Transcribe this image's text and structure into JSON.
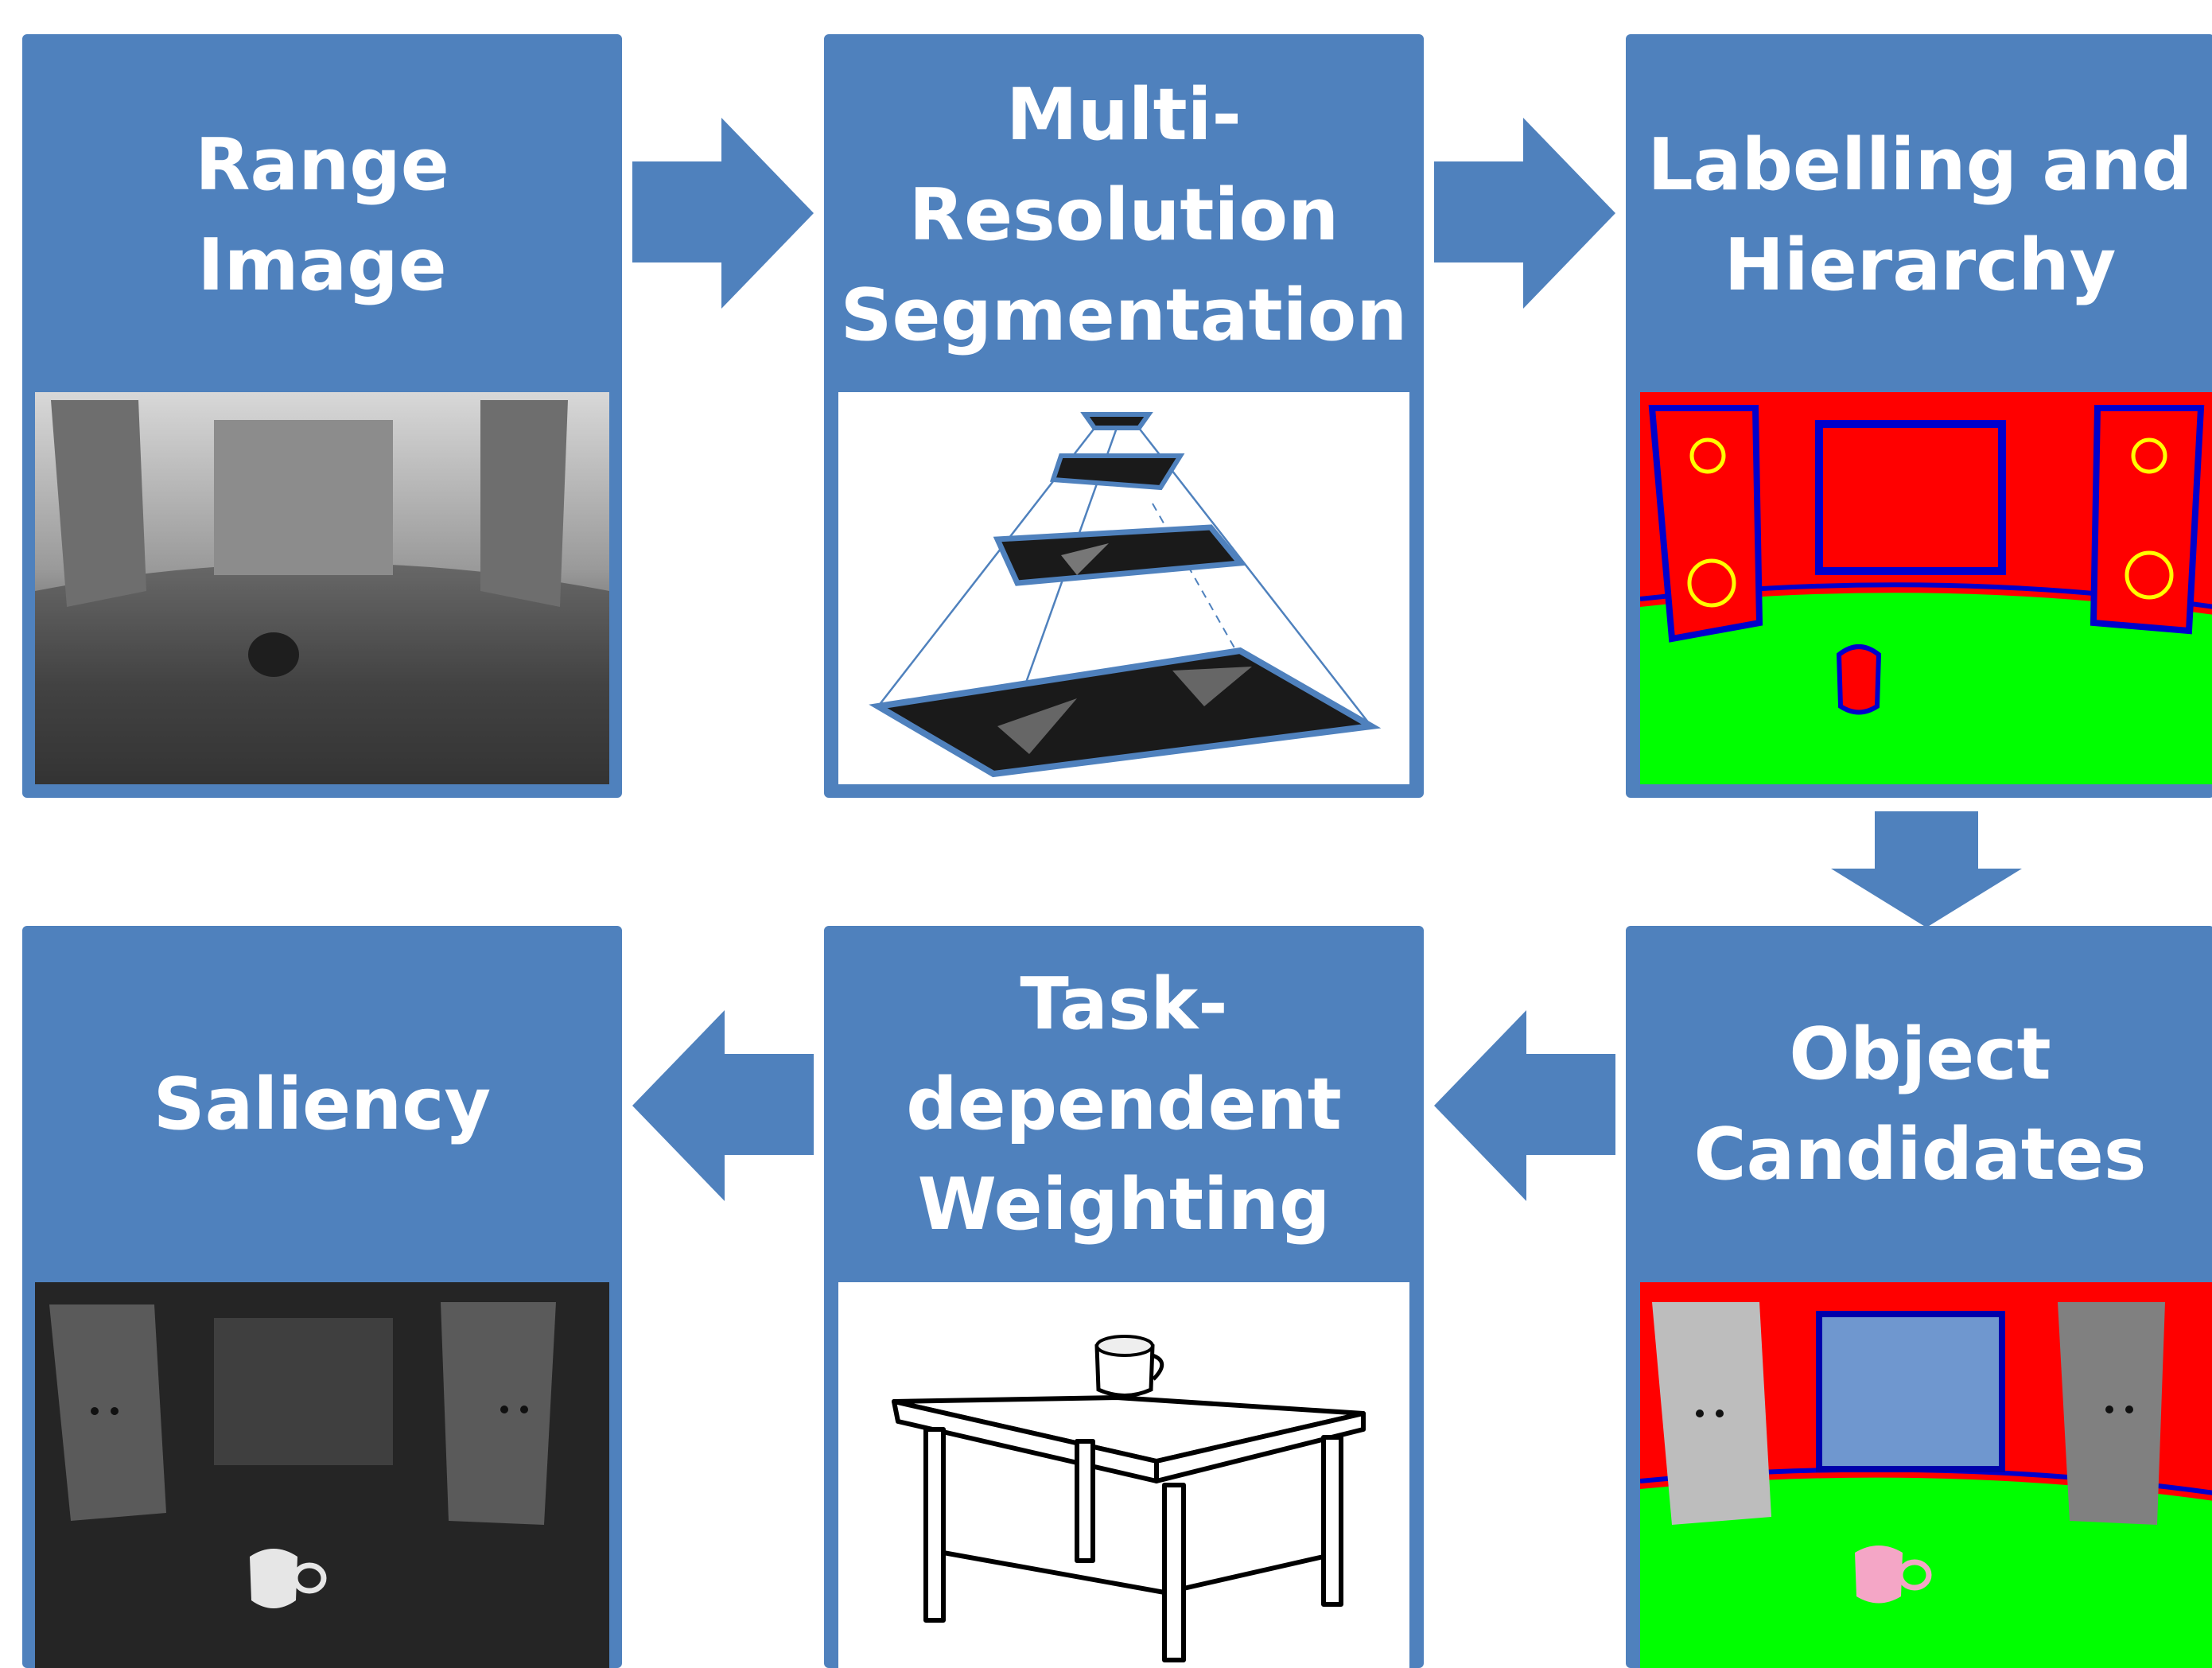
{
  "colors": {
    "panel": "#4f81bd",
    "arrow": "#4f81bd",
    "title_text": "#ffffff",
    "background": "#ffffff"
  },
  "steps": [
    {
      "id": "range-image",
      "title": "Range\nImage",
      "image": "grayscale-depth-scene"
    },
    {
      "id": "multi-resolution-segmentation",
      "title": "Multi-\nResolution\nSegmentation",
      "image": "image-pyramid"
    },
    {
      "id": "labelling-and-hierarchy",
      "title": "Labelling and\nHierarchy",
      "image": "labelled-red-green-scene"
    },
    {
      "id": "object-candidates",
      "title": "Object\nCandidates",
      "image": "object-candidate-scene"
    },
    {
      "id": "task-dependent-weighting",
      "title": "Task-dependent\nWeighting",
      "image": "table-with-mug-sketch"
    },
    {
      "id": "saliency",
      "title": "Saliency",
      "image": "saliency-map"
    }
  ],
  "arrows": [
    {
      "from": "range-image",
      "to": "multi-resolution-segmentation",
      "direction": "right"
    },
    {
      "from": "multi-resolution-segmentation",
      "to": "labelling-and-hierarchy",
      "direction": "right"
    },
    {
      "from": "labelling-and-hierarchy",
      "to": "object-candidates",
      "direction": "down"
    },
    {
      "from": "object-candidates",
      "to": "task-dependent-weighting",
      "direction": "left"
    },
    {
      "from": "task-dependent-weighting",
      "to": "saliency",
      "direction": "left"
    }
  ]
}
